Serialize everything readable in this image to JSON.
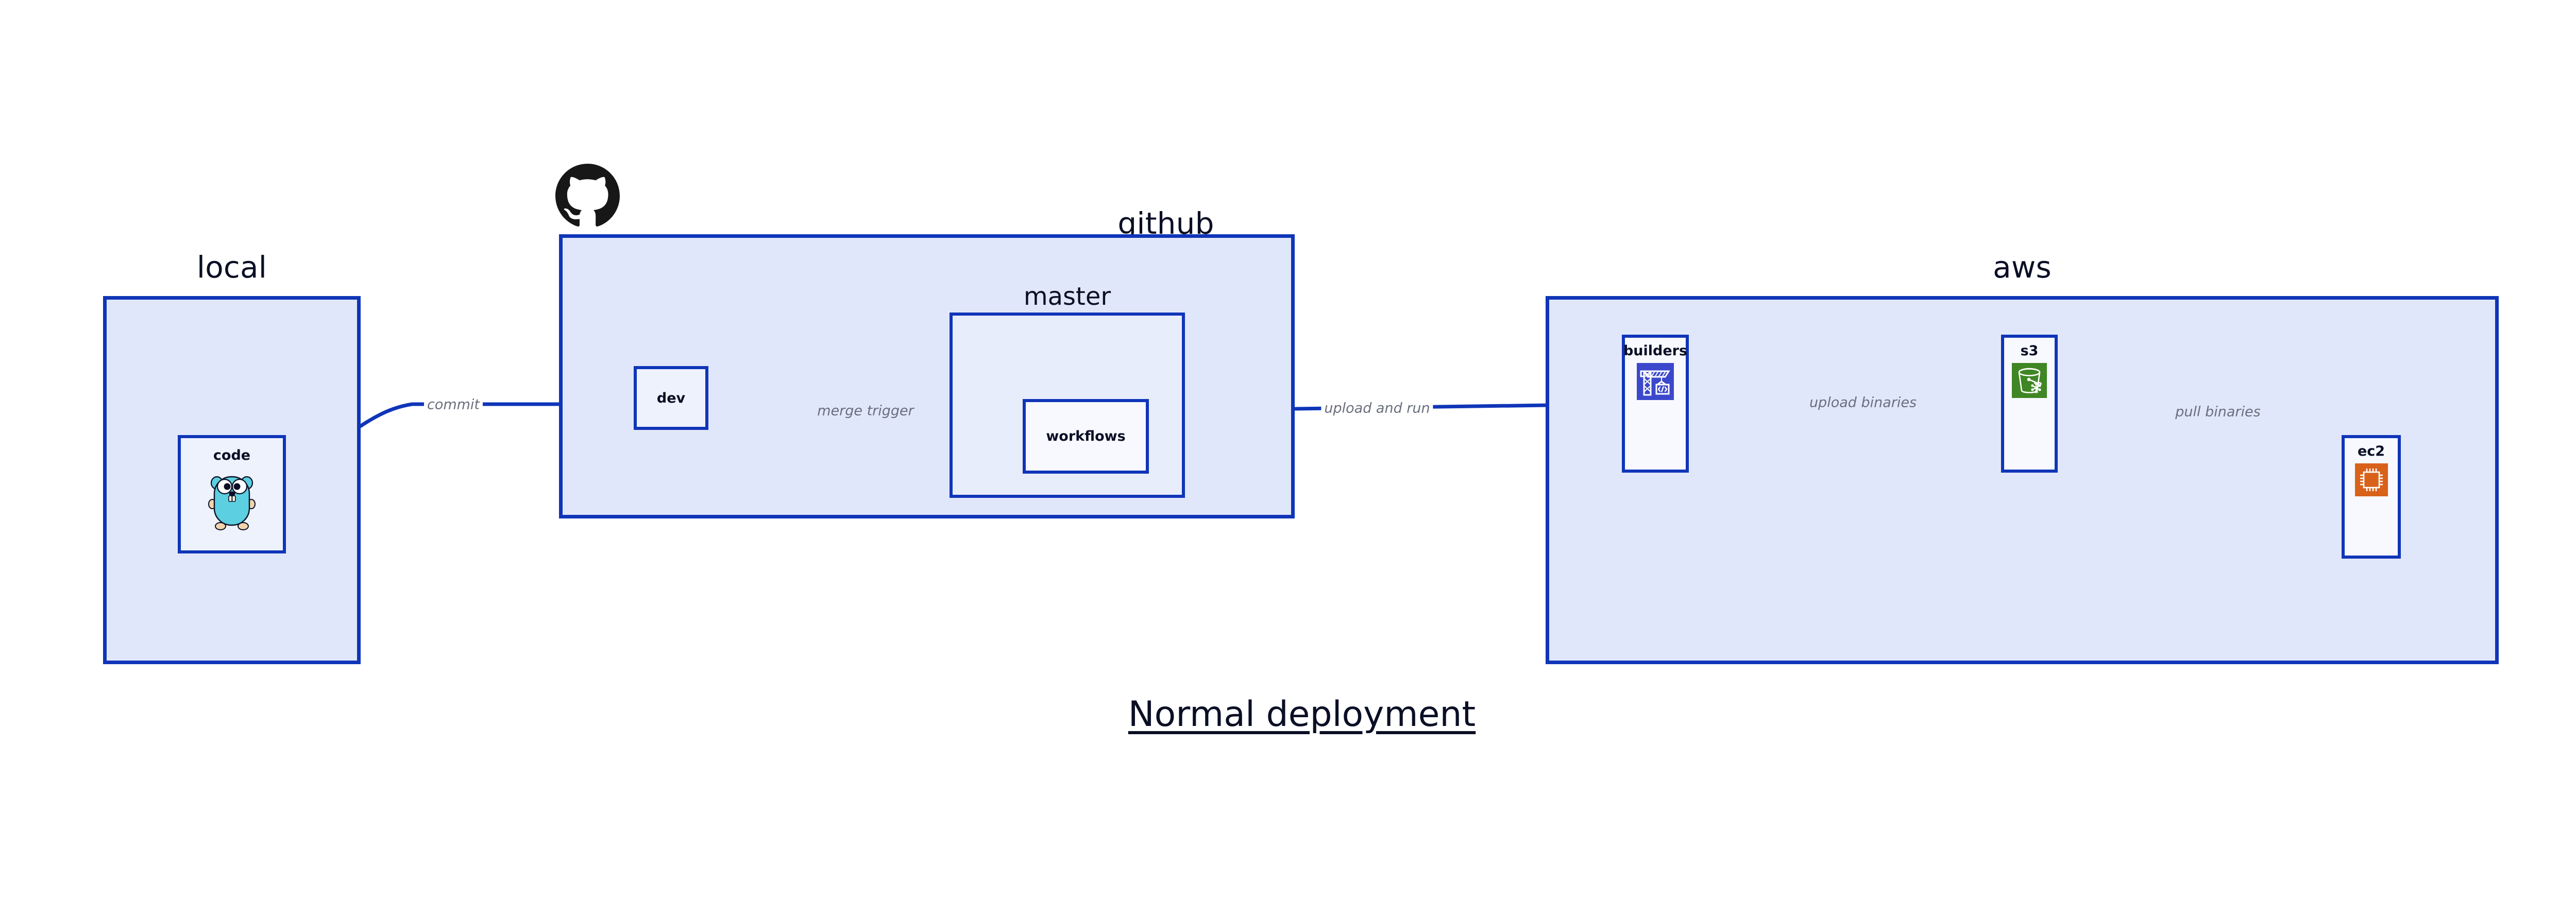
{
  "diagram": {
    "title": "Normal deployment",
    "colors": {
      "group_fill": "#e1e7fa",
      "subgroup_fill": "#e8edfb",
      "node_fill": "#eef2fd",
      "border": "#0f35b8",
      "edge_line": "#0f35b8",
      "edge_label_text": "#6a6f7d",
      "title_text": "#0b0f25",
      "codebuild_orange_icon": "#d9621a",
      "codebuild_icon": "#3c48cc",
      "s3_icon": "#3f8624",
      "gopher_body": "#5ccfe0",
      "github_mark": "#181717"
    }
  },
  "groups": [
    {
      "id": "local",
      "label": "local"
    },
    {
      "id": "github",
      "label": "github"
    },
    {
      "id": "aws",
      "label": "aws"
    }
  ],
  "subgroups": [
    {
      "id": "master",
      "label": "master",
      "parent": "github"
    }
  ],
  "nodes": [
    {
      "id": "code",
      "label": "code",
      "parent": "local",
      "icon": "go-gopher-icon"
    },
    {
      "id": "dev",
      "label": "dev",
      "parent": "github",
      "icon": null
    },
    {
      "id": "workflows",
      "label": "workflows",
      "parent": "master",
      "icon": null
    },
    {
      "id": "builders",
      "label": "builders",
      "parent": "aws",
      "icon": "aws-codebuild-icon"
    },
    {
      "id": "s3",
      "label": "s3",
      "parent": "aws",
      "icon": "aws-s3-glacier-icon"
    },
    {
      "id": "ec2",
      "label": "ec2",
      "parent": "aws",
      "icon": "aws-ec2-icon"
    }
  ],
  "edges": [
    {
      "id": "commit",
      "label": "commit",
      "from": "code",
      "to": "dev"
    },
    {
      "id": "merge-trigger",
      "label": "merge trigger",
      "from": "dev",
      "to": "workflows"
    },
    {
      "id": "upload-run",
      "label": "upload and run",
      "from": "workflows",
      "to": "builders"
    },
    {
      "id": "upload-bin",
      "label": "upload binaries",
      "from": "builders",
      "to": "s3"
    },
    {
      "id": "pull-bin",
      "label": "pull binaries",
      "from": "s3",
      "to": "ec2"
    }
  ],
  "icons": {
    "github_mark": "github-octocat-icon"
  }
}
